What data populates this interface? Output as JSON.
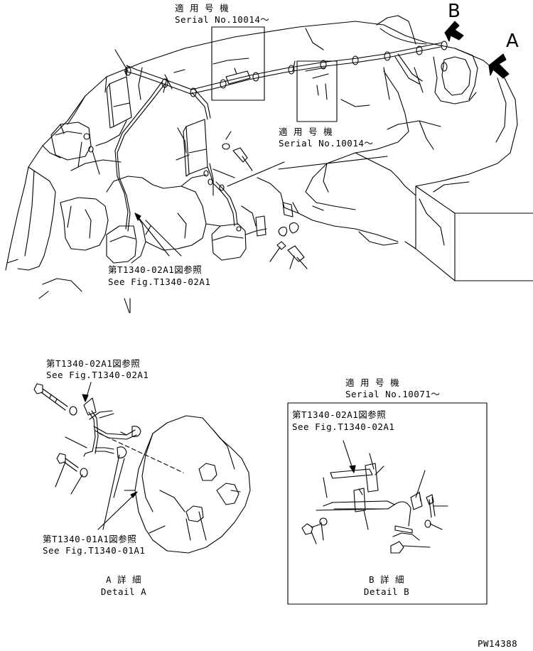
{
  "labels": {
    "serial_top": {
      "jp": "適 用 号 機",
      "en": "Serial No.10014～"
    },
    "serial_mid": {
      "jp": "適 用 号 機",
      "en": "Serial No.10014～"
    },
    "see_fig_main": {
      "jp": "第T1340-02A1図参照",
      "en": "See Fig.T1340-02A1"
    },
    "see_fig_a_top": {
      "jp": "第T1340-02A1図参照",
      "en": "See Fig.T1340-02A1"
    },
    "see_fig_a_bottom": {
      "jp": "第T1340-01A1図参照",
      "en": "See Fig.T1340-01A1"
    },
    "serial_b": {
      "jp": "適 用 号 機",
      "en": "Serial No.10071～"
    },
    "see_fig_b": {
      "jp": "第T1340-02A1図参照",
      "en": "See Fig.T1340-02A1"
    },
    "view_a_letter": "A",
    "view_b_letter": "B",
    "detail_a": {
      "jp": "A 詳 細",
      "en": "Detail A"
    },
    "detail_b": {
      "jp": "B 詳 細",
      "en": "Detail B"
    },
    "drawing_number": "PW14388"
  }
}
